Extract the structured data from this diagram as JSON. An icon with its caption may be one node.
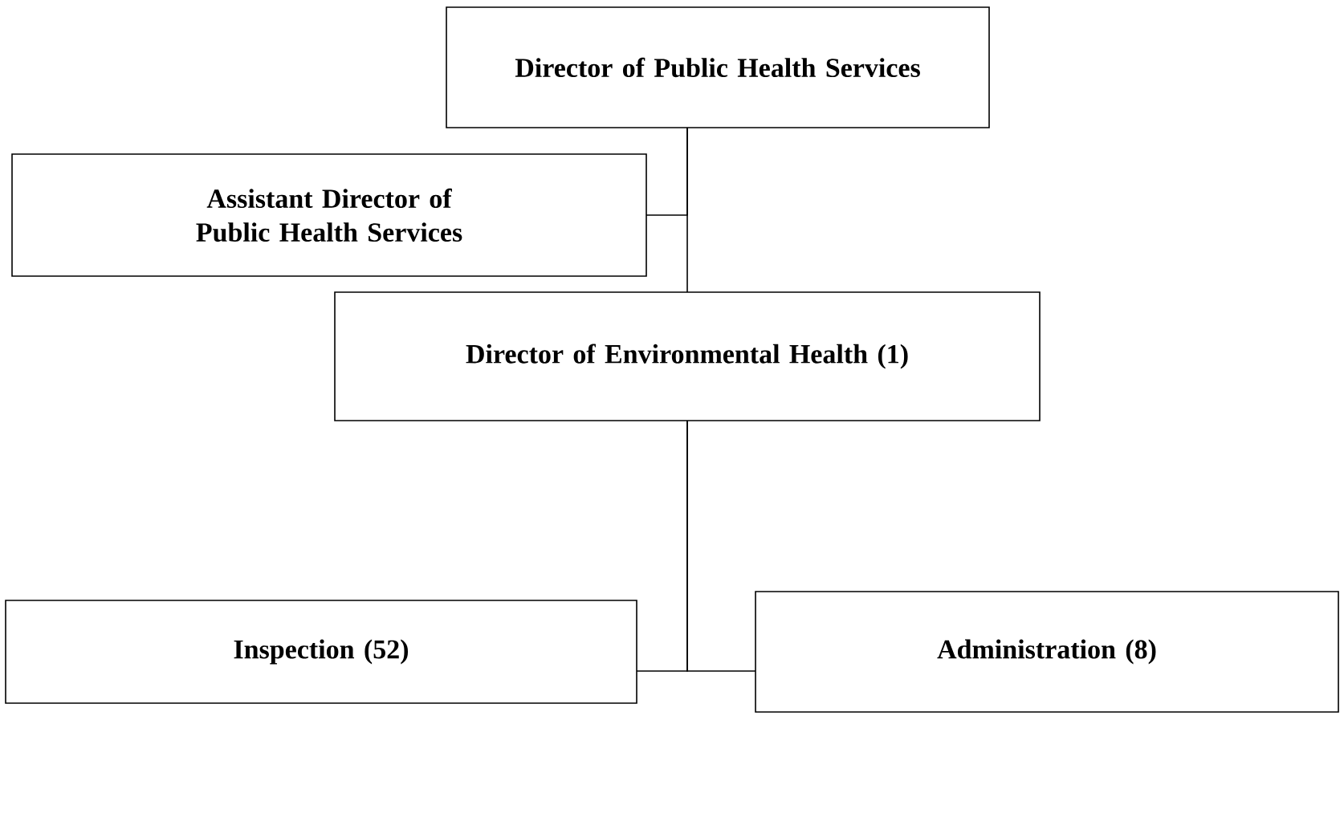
{
  "diagram": {
    "nodes": [
      {
        "text": [
          "Director of Public Health Services"
        ]
      },
      {
        "text": [
          "Assistant Director of Public Health Services"
        ]
      },
      {
        "text": [
          "Director of Environmental Health (1)"
        ]
      },
      {
        "text": [
          "Inspection (52)"
        ]
      },
      {
        "text": [
          "Administration (8)"
        ]
      }
    ],
    "edges": [
      {
        "from": 0,
        "to": 1,
        "arrow": "none"
      },
      {
        "from": 0,
        "to": 2,
        "arrow": "none"
      },
      {
        "from": 2,
        "to": 3,
        "arrow": "none"
      },
      {
        "from": 2,
        "to": 4,
        "arrow": "none"
      }
    ]
  }
}
